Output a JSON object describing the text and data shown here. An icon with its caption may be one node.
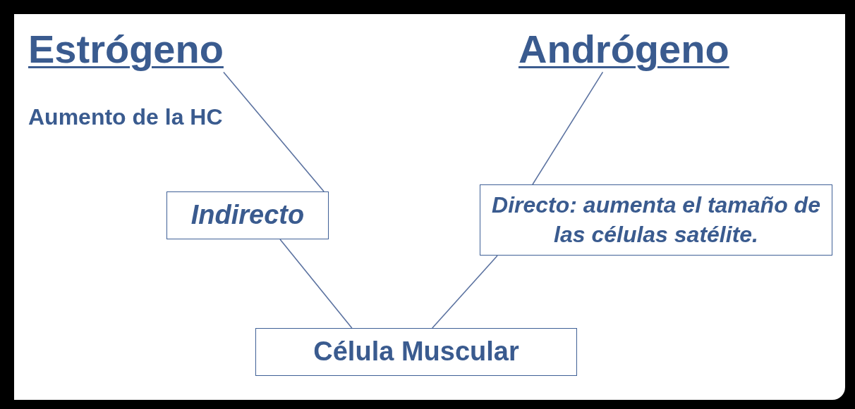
{
  "diagram": {
    "nodes": [
      {
        "text": [
          "Estrógeno"
        ]
      },
      {
        "text": [
          "Andrógeno"
        ]
      },
      {
        "text": [
          "Indirecto"
        ]
      },
      {
        "text": [
          "Directo: aumenta el tamaño de las células satélite."
        ]
      },
      {
        "text": [
          "Célula Muscular"
        ]
      }
    ],
    "edges": [
      {
        "from": 0,
        "to": 2,
        "arrow": "none"
      },
      {
        "from": 1,
        "to": 3,
        "arrow": "none"
      },
      {
        "from": 2,
        "to": 4,
        "arrow": "none"
      },
      {
        "from": 3,
        "to": 4,
        "arrow": "none"
      }
    ],
    "labels": [
      "Aumento de la HC"
    ]
  }
}
